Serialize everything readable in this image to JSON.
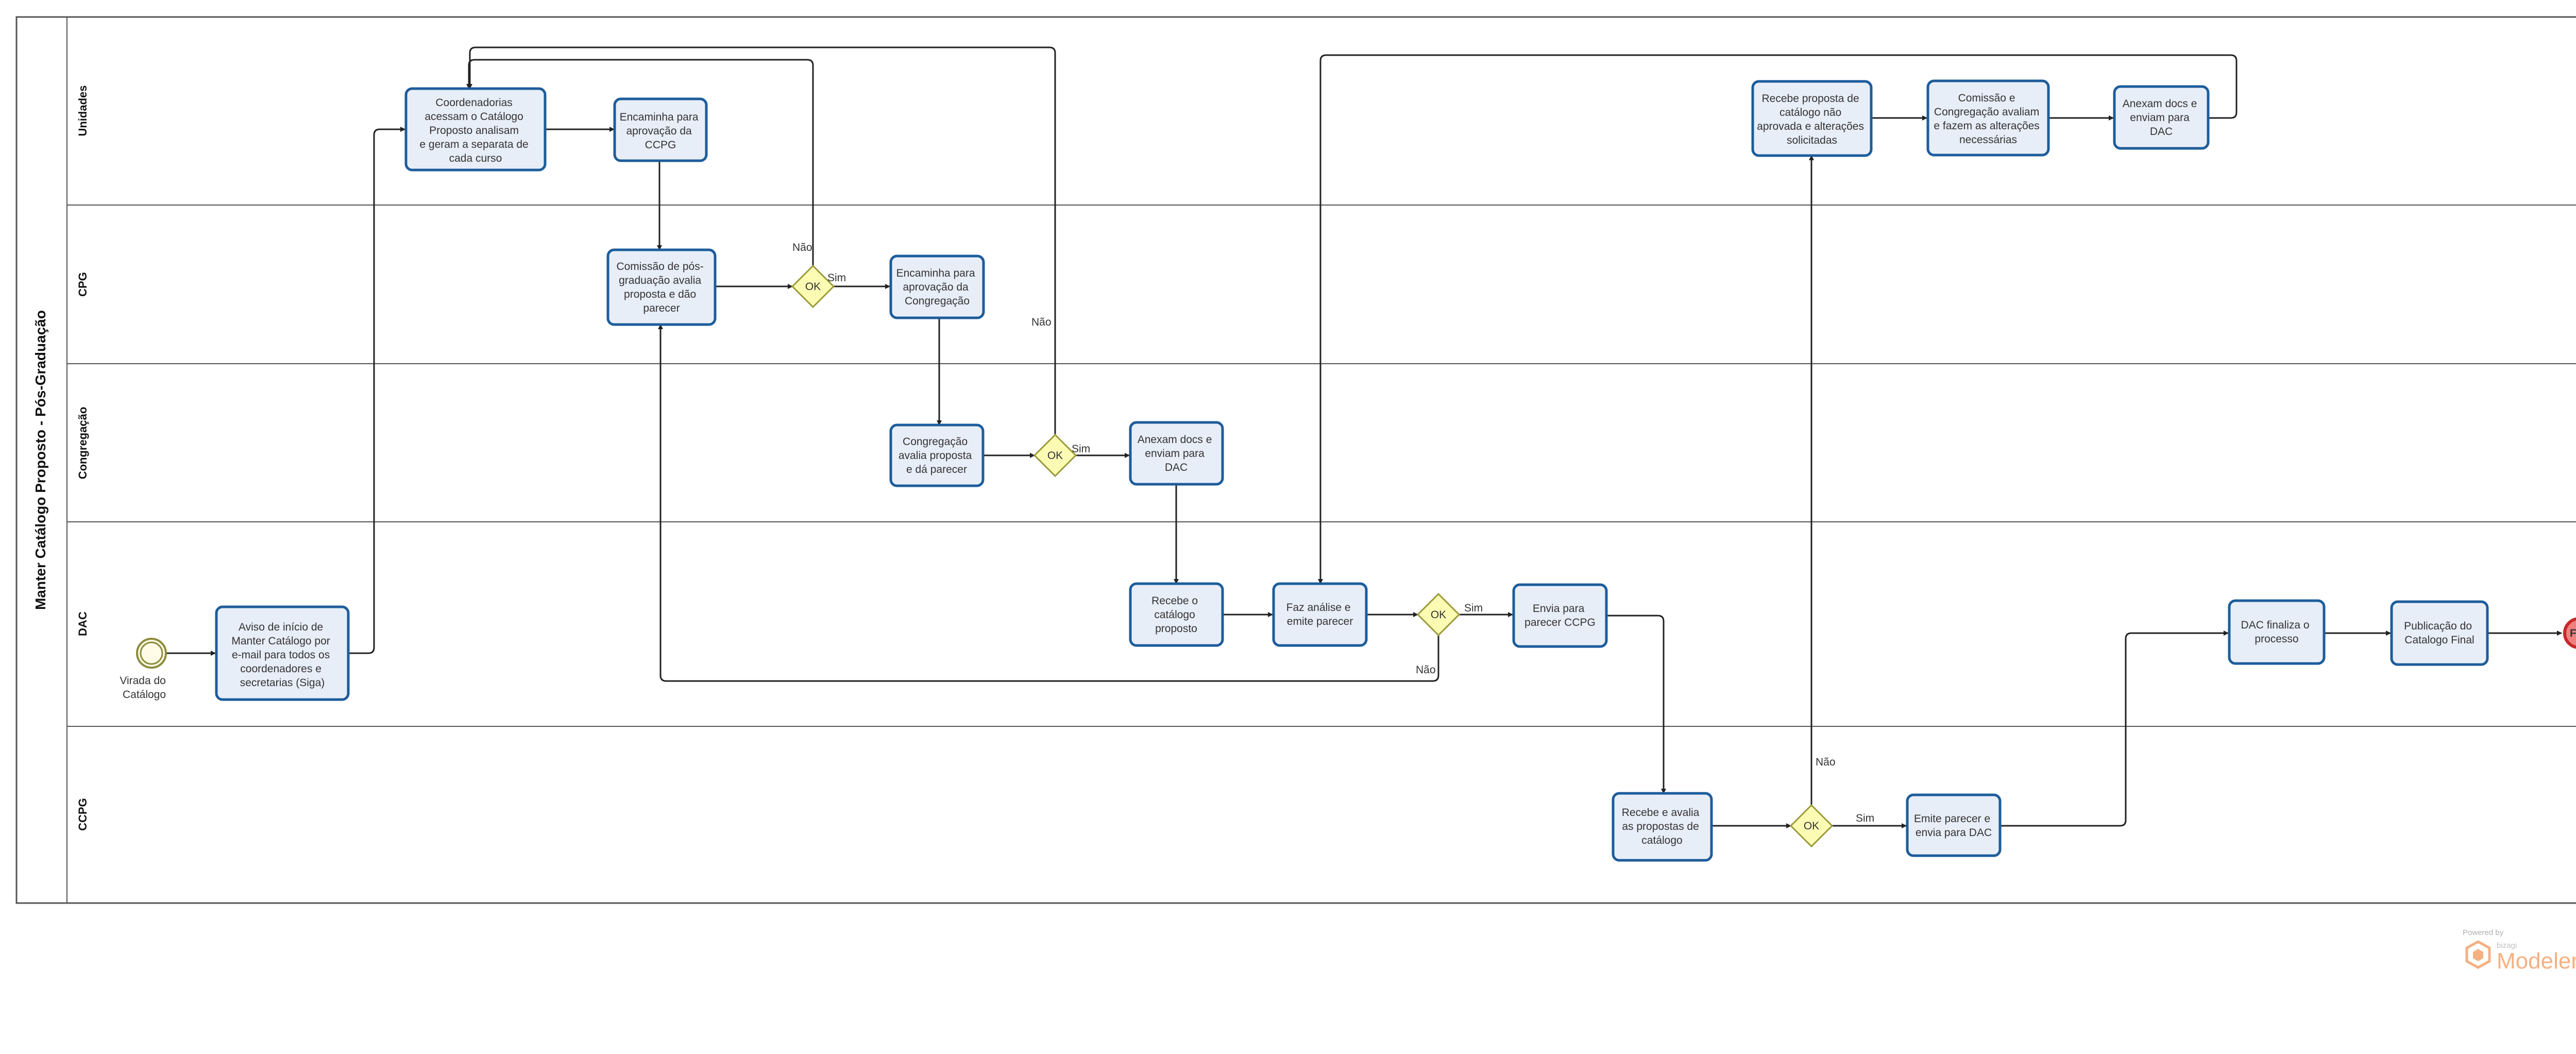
{
  "pool": {
    "title": "Manter Catálogo Proposto - Pós-Graduação"
  },
  "lanes": {
    "unidades": "Unidades",
    "cpg": "CPG",
    "congregacao": "Congregação",
    "dac": "DAC",
    "ccpg": "CCPG"
  },
  "events": {
    "start": {
      "label": [
        "Virada do",
        "Catálogo"
      ]
    },
    "end": {
      "label": "FIM"
    }
  },
  "tasks": {
    "coordenadorias": [
      "Coordenadorias",
      "acessam o Catálogo",
      "Proposto analisam",
      "e geram a separata de",
      "cada curso"
    ],
    "encaminha_ccpg": [
      "Encaminha para",
      "aprovação da",
      "CCPG"
    ],
    "comissao_pos": [
      "Comissão de pós-",
      "graduação avalia",
      "proposta e dão",
      "parecer"
    ],
    "encaminha_congregacao": [
      "Encaminha para",
      "aprovação da",
      "Congregação"
    ],
    "congregacao_avalia": [
      "Congregação",
      "avalia proposta",
      "e dá parecer"
    ],
    "anexam_dac_1": [
      "Anexam docs e",
      "enviam para",
      "DAC"
    ],
    "aviso": [
      "Aviso de início de",
      "Manter Catálogo por",
      "e-mail para todos os",
      "coordenadores e",
      "secretarias (Siga)"
    ],
    "recebe_catalogo": [
      "Recebe o",
      "catálogo",
      "proposto"
    ],
    "faz_analise": [
      "Faz análise e",
      "emite parecer"
    ],
    "envia_ccpg": [
      "Envia para",
      "parecer CCPG"
    ],
    "recebe_avalia": [
      "Recebe e avalia",
      "as propostas de",
      "catálogo"
    ],
    "emite_parecer": [
      "Emite parecer e",
      "envia para DAC"
    ],
    "recebe_nao_aprovada": [
      "Recebe proposta de",
      "catálogo não",
      "aprovada e alterações",
      "solicitadas"
    ],
    "comissao_congregacao": [
      "Comissão e",
      "Congregação avaliam",
      "e fazem as alterações",
      "necessárias"
    ],
    "anexam_dac_2": [
      "Anexam docs e",
      "enviam para",
      "DAC"
    ],
    "dac_finaliza": [
      "DAC finaliza o",
      "processo"
    ],
    "publicacao": [
      "Publicação do",
      "Catalogo Final"
    ]
  },
  "gateways": {
    "cpg": "OK",
    "congregacao": "OK",
    "dac": "OK",
    "ccpg": "OK"
  },
  "flow_labels": {
    "cpg_nao": "Não",
    "cpg_sim": "Sim",
    "congregacao_nao": "Não",
    "congregacao_sim": "Sim",
    "dac_sim": "Sim",
    "dac_nao": "Não",
    "ccpg_nao": "Não",
    "ccpg_sim": "Sim"
  },
  "watermark": {
    "powered_by": "Powered by",
    "brand_small": "bizagi",
    "brand": "Modeler"
  },
  "colors": {
    "task_fill": "#e8eef8",
    "task_stroke": "#1d5d9b",
    "gateway_fill": "#fbfbb4",
    "end_fill": "#f08080",
    "end_stroke": "#c62828",
    "start_stroke": "#8c8c3c",
    "watermark": "#f4b183"
  }
}
